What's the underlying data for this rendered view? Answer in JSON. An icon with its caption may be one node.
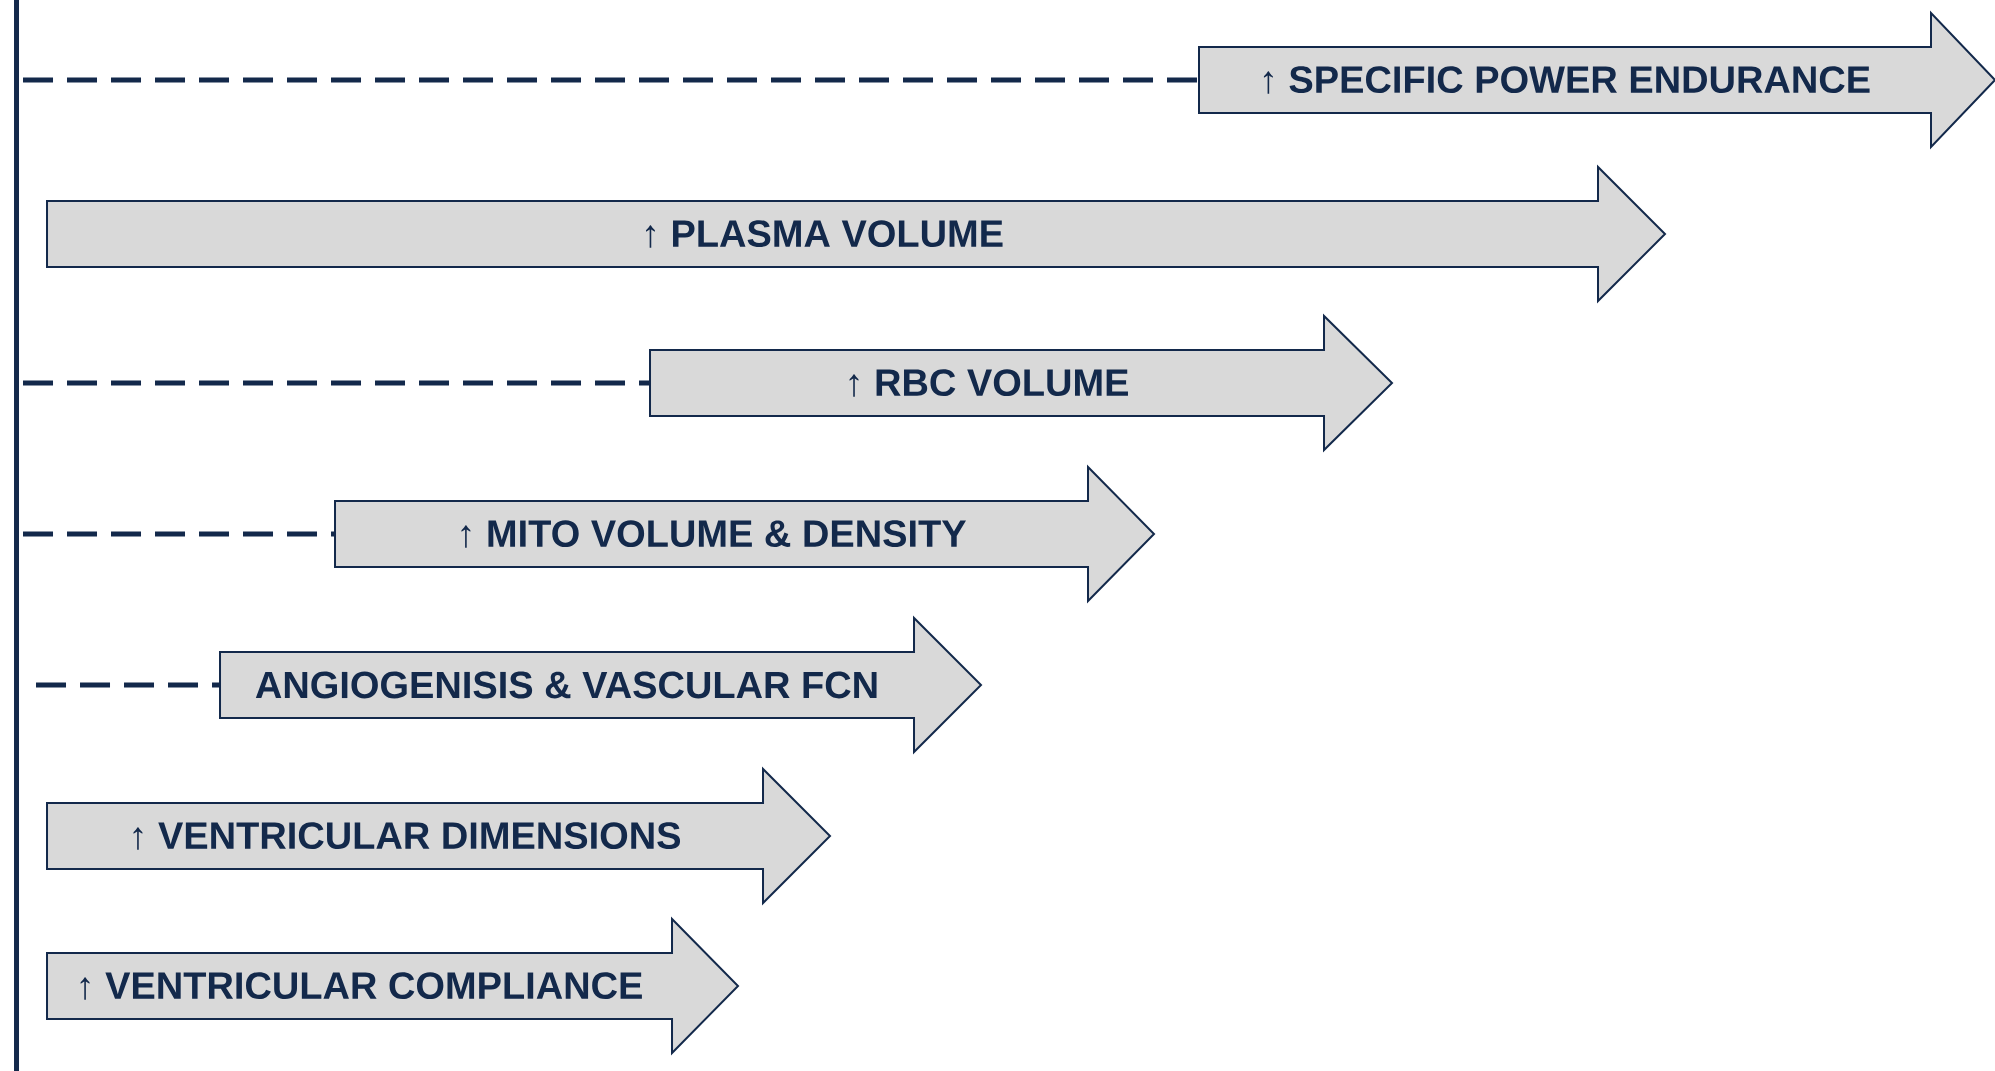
{
  "diagram": {
    "nodes": [
      {
        "text": [
          "↑ SPECIFIC POWER ENDURANCE"
        ]
      },
      {
        "text": [
          "↑ PLASMA VOLUME"
        ]
      },
      {
        "text": [
          "↑ RBC VOLUME"
        ]
      },
      {
        "text": [
          "↑ MITO VOLUME & DENSITY"
        ]
      },
      {
        "text": [
          "ANGIOGENISIS & VASCULAR FCN"
        ]
      },
      {
        "text": [
          "↑ VENTRICULAR DIMENSIONS"
        ]
      },
      {
        "text": [
          "↑ VENTRICULAR COMPLIANCE"
        ]
      }
    ],
    "edges": [
      {
        "from": null,
        "to": 0,
        "arrow": "none",
        "style": "dashed"
      },
      {
        "from": null,
        "to": 2,
        "arrow": "none",
        "style": "dashed"
      },
      {
        "from": null,
        "to": 3,
        "arrow": "none",
        "style": "dashed"
      },
      {
        "from": null,
        "to": 4,
        "arrow": "none",
        "style": "dashed"
      }
    ]
  }
}
